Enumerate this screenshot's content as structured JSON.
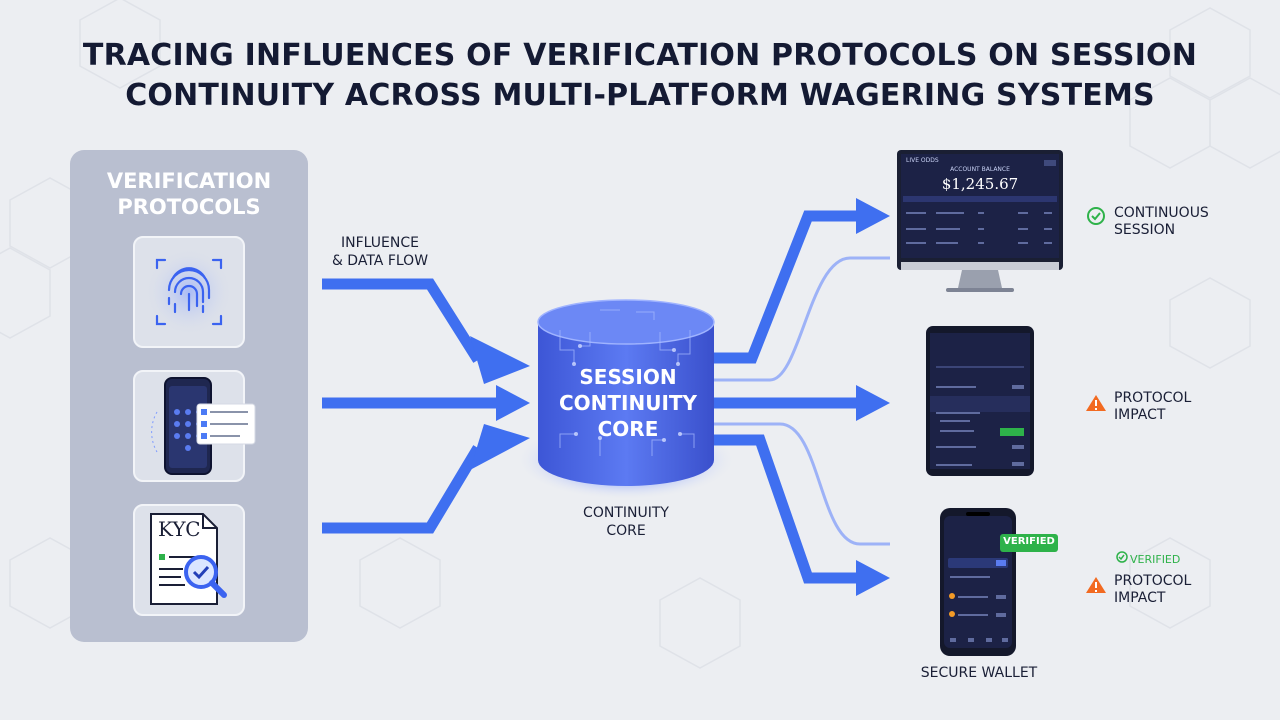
{
  "title": {
    "line1": "TRACING INFLUENCES OF VERIFICATION PROTOCOLS ON SESSION",
    "line2": "CONTINUITY ACROSS MULTI-PLATFORM WAGERING SYSTEMS"
  },
  "protocols": {
    "title_line1": "VERIFICATION",
    "title_line2": "PROTOCOLS",
    "kyc_label": "KYC"
  },
  "flow": {
    "label_line1": "INFLUENCE",
    "label_line2": "& DATA FLOW"
  },
  "core": {
    "line1": "SESSION",
    "line2": "CONTINUITY",
    "line3": "CORE",
    "caption_line1": "CONTINUITY",
    "caption_line2": "CORE"
  },
  "desktop": {
    "header": "LIVE ODDS",
    "subheader": "ACCOUNT BALANCE",
    "balance": "$1,245.67"
  },
  "phone": {
    "badge": "VERIFIED",
    "caption": "SECURE WALLET"
  },
  "statuses": {
    "s1_line1": "CONTINUOUS",
    "s1_line2": "SESSION",
    "s2_line1": "PROTOCOL",
    "s2_line2": "IMPACT",
    "verified": "VERIFIED",
    "s3_line1": "PROTOCOL",
    "s3_line2": "IMPACT"
  },
  "colors": {
    "accent_blue": "#3f6ff0",
    "core_blue": "#4663e6",
    "panel": "#b9bfd0",
    "ok_green": "#2eb24a",
    "warn_orange": "#f26a21",
    "device_dark": "#1c2246"
  }
}
